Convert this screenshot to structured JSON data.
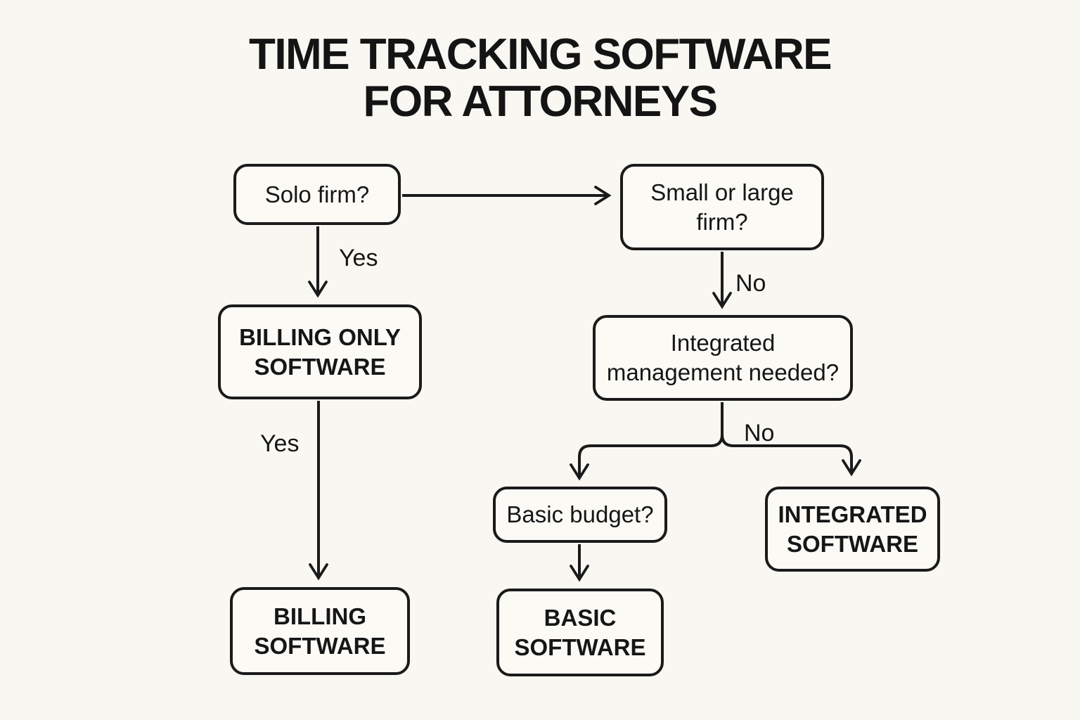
{
  "meta": {
    "background_color": "#f9f7f1",
    "line_color": "#1a1a1a",
    "diagram_type": "flowchart"
  },
  "title": {
    "line1": "TIME TRACKING SOFTWARE",
    "line2": "FOR ATTORNEYS"
  },
  "nodes": {
    "solo_firm": {
      "label": "Solo firm?",
      "kind": "question"
    },
    "small_or_large_firm": {
      "label": "Small or large firm?",
      "kind": "question"
    },
    "billing_only_software": {
      "label": "BILLING ONLY SOFTWARE",
      "kind": "result"
    },
    "integrated_management": {
      "label": "Integrated management needed?",
      "kind": "question"
    },
    "basic_budget": {
      "label": "Basic budget?",
      "kind": "question"
    },
    "integrated_software": {
      "label": "INTEGRATED SOFTWARE",
      "kind": "result"
    },
    "billing_software": {
      "label": "BILLING SOFTWARE",
      "kind": "result"
    },
    "basic_software": {
      "label": "BASIC SOFTWARE",
      "kind": "result"
    }
  },
  "edges": [
    {
      "from": "Solo firm?",
      "to": "Small or large firm?",
      "label": ""
    },
    {
      "from": "Solo firm?",
      "to": "BILLING ONLY SOFTWARE",
      "label": "Yes"
    },
    {
      "from": "BILLING ONLY SOFTWARE",
      "to": "BILLING SOFTWARE",
      "label": "Yes"
    },
    {
      "from": "Small or large firm?",
      "to": "Integrated management needed?",
      "label": "No"
    },
    {
      "from": "Integrated management needed?",
      "to": "Basic budget?",
      "label": ""
    },
    {
      "from": "Integrated management needed?",
      "to": "INTEGRATED SOFTWARE",
      "label": "No"
    },
    {
      "from": "Basic budget?",
      "to": "BASIC SOFTWARE",
      "label": ""
    }
  ]
}
